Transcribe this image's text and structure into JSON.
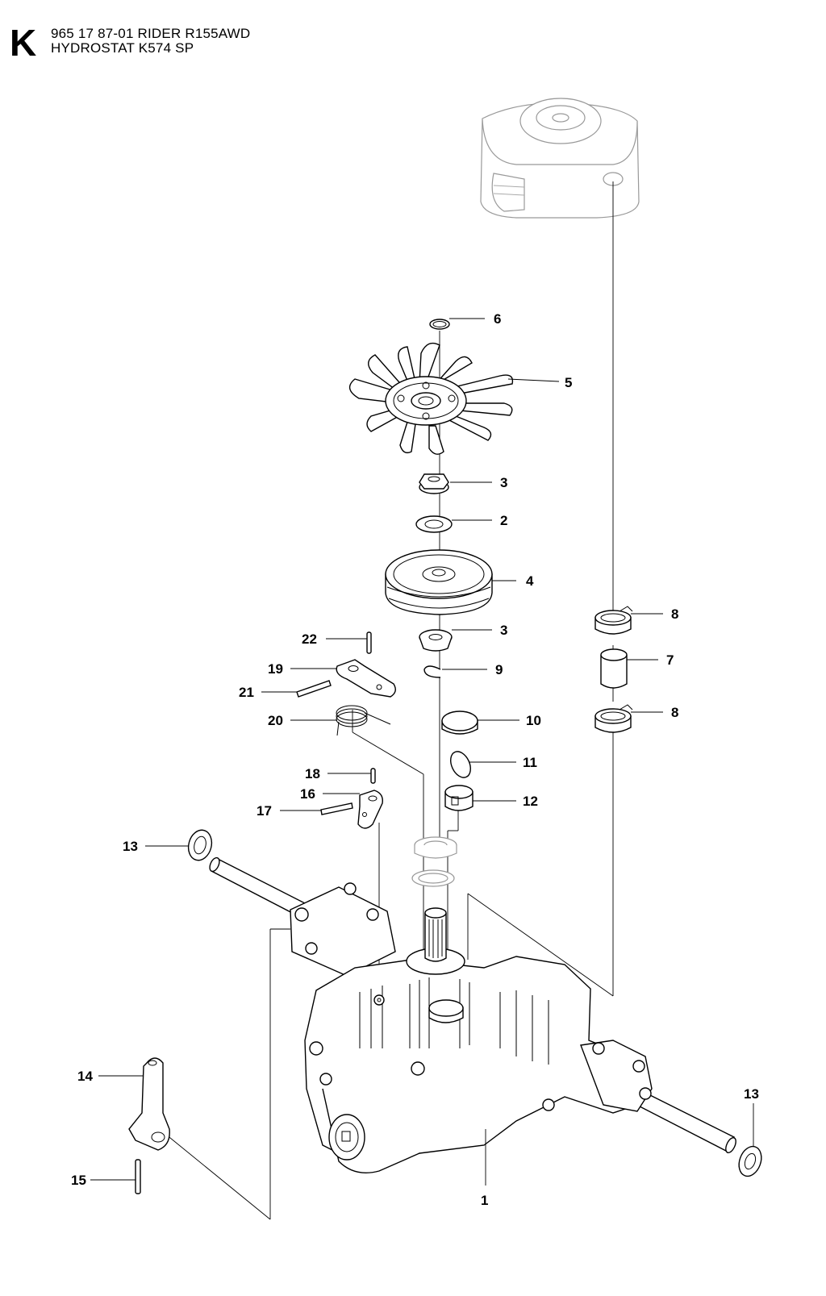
{
  "header": {
    "section_letter": "K",
    "title_line1": "965 17 87-01 RIDER R155AWD",
    "title_line2": "HYDROSTAT K574 SP"
  },
  "callouts": [
    {
      "id": "c6",
      "number": "6"
    },
    {
      "id": "c5",
      "number": "5"
    },
    {
      "id": "c3a",
      "number": "3"
    },
    {
      "id": "c2",
      "number": "2"
    },
    {
      "id": "c4",
      "number": "4"
    },
    {
      "id": "c3b",
      "number": "3"
    },
    {
      "id": "c9",
      "number": "9"
    },
    {
      "id": "c8a",
      "number": "8"
    },
    {
      "id": "c7",
      "number": "7"
    },
    {
      "id": "c8b",
      "number": "8"
    },
    {
      "id": "c10",
      "number": "10"
    },
    {
      "id": "c11",
      "number": "11"
    },
    {
      "id": "c12",
      "number": "12"
    },
    {
      "id": "c22",
      "number": "22"
    },
    {
      "id": "c19",
      "number": "19"
    },
    {
      "id": "c21",
      "number": "21"
    },
    {
      "id": "c20",
      "number": "20"
    },
    {
      "id": "c18",
      "number": "18"
    },
    {
      "id": "c16",
      "number": "16"
    },
    {
      "id": "c17",
      "number": "17"
    },
    {
      "id": "c13a",
      "number": "13"
    },
    {
      "id": "c13b",
      "number": "13"
    },
    {
      "id": "c14",
      "number": "14"
    },
    {
      "id": "c15",
      "number": "15"
    },
    {
      "id": "c1",
      "number": "1"
    }
  ]
}
